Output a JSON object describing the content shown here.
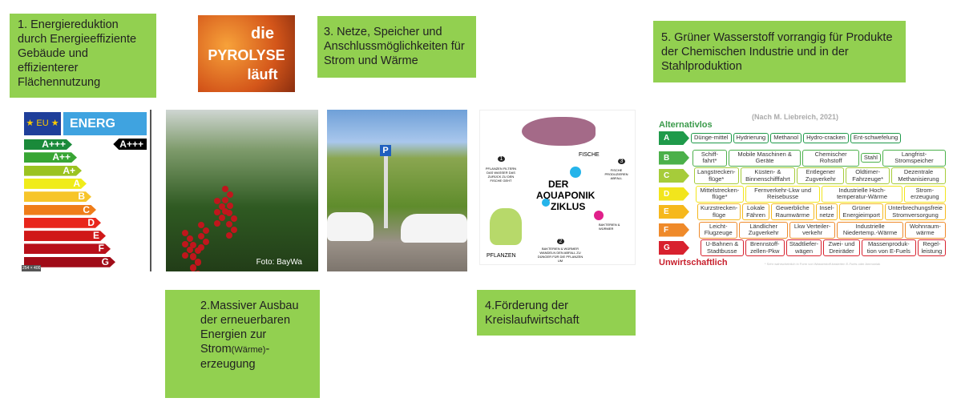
{
  "boxes": {
    "b1": "1. Energiereduktion durch Energieeffiziente Gebäude und effizienterer Flächennutzung",
    "b2_main": "2.Massiver Ausbau der erneuerbaren Energien zur Strom",
    "b2_small": "(Wärme)",
    "b2_end": "-erzeugung",
    "b3": "3. Netze, Speicher und Anschlussmöglichkeiten für Strom und Wärme",
    "b4": "4.Förderung der Kreislaufwirtschaft",
    "b5": "5. Grüner Wasserstoff vorrangig für Produkte der Chemischen Industrie und in der  Stahlproduktion"
  },
  "pyrolyse": {
    "l1": "die",
    "l2": "PYROLYSE",
    "l3": "läuft"
  },
  "energy_label": {
    "eu": "★ EU ★",
    "title": "ENERG",
    "current": "A+++",
    "size": "254 × 400",
    "classes": [
      {
        "l": "A+++",
        "c": "#1a8a3a"
      },
      {
        "l": "A++",
        "c": "#38a534"
      },
      {
        "l": "A+",
        "c": "#9bc320"
      },
      {
        "l": "A",
        "c": "#f0ec1a"
      },
      {
        "l": "B",
        "c": "#f7c52a"
      },
      {
        "l": "C",
        "c": "#ef7d1a"
      },
      {
        "l": "D",
        "c": "#e8261c"
      },
      {
        "l": "E",
        "c": "#d01818"
      },
      {
        "l": "F",
        "c": "#b8101a"
      },
      {
        "l": "G",
        "c": "#a00c18"
      }
    ]
  },
  "photo": {
    "credit": "Foto: BayWa"
  },
  "parking": {
    "sign": "P"
  },
  "aquaponik": {
    "title1": "DER",
    "title2": "AQUAPONIK",
    "title3": "ZIKLUS",
    "fische": "FISCHE",
    "pflanzen": "PFLANZEN",
    "step1": "PFLANZEN FILTERN DAS WASSER DAS ZURÜCK ZU DEN FISCHE GEHT",
    "step2": "BAKTERIEN & WÜRMER WANDELN DEN ABFALL ZU DÜNGER FÜR DIE PFLANZEN UM",
    "step3": "FISCHE PRODUZIEREN ABFALL",
    "bakterien": "BAKTERIEN & WÜRMER",
    "n1": "1",
    "n2": "2",
    "n3": "3"
  },
  "h2ladder": {
    "source": "(Nach M. Liebreich, 2021)",
    "top": "Alternativlos",
    "bottom": "Unwirtschaftlich",
    "footnote": "* Sehr wahrscheinlich in Form von Wasserstoff-basierten E-Fuels oder Ammoniak",
    "rows": [
      {
        "level": "A",
        "color": "#1f9a4a",
        "items": [
          "Dünge-mittel",
          "Hydrierung",
          "Methanol",
          "Hydro-cracken",
          "Ent-schwefelung"
        ]
      },
      {
        "level": "B",
        "color": "#4bb04a",
        "items": [
          "Schiff-fahrt*",
          "Mobile Maschinen & Geräte",
          "Chemischer Rohstoff",
          "Stahl",
          "Langfrist-Stromspeicher"
        ]
      },
      {
        "level": "C",
        "color": "#a6cc3a",
        "items": [
          "Langstrecken-flüge*",
          "Küsten- & Binnenschifffahrt",
          "Entlegener Zugverkehr",
          "Oldtimer-Fahrzeuge*",
          "Dezentrale Methanisierung"
        ]
      },
      {
        "level": "D",
        "color": "#f2e51c",
        "items": [
          "Mittelstrecken-flüge*",
          "Fernverkehr-Lkw und Reisebusse",
          "Industrielle Hoch-temperatur-Wärme",
          "Strom-erzeugung"
        ]
      },
      {
        "level": "E",
        "color": "#f6b81c",
        "items": [
          "Kurzstrecken-flüge",
          "Lokale Fähren",
          "Gewerbliche Raumwärme",
          "Insel-netze",
          "Grüner Energieimport",
          "Unterbrechungsfreie Stromversorgung"
        ]
      },
      {
        "level": "F",
        "color": "#ef8a2a",
        "items": [
          "Leicht-Flugzeuge",
          "Ländlicher Zugverkehr",
          "Lkw Verteiler-verkehr",
          "Industrielle Niedertemp.-Wärme",
          "Wohnraum-wärme"
        ]
      },
      {
        "level": "G",
        "color": "#d8212e",
        "items": [
          "U-Bahnen & Stadtbusse",
          "Brennstoff-zellen-Pkw",
          "Stadtliefer-wägen",
          "Zwei- und Dreiräder",
          "Massenproduk-tion von E-Fuels",
          "Regel-leistung"
        ]
      }
    ]
  }
}
